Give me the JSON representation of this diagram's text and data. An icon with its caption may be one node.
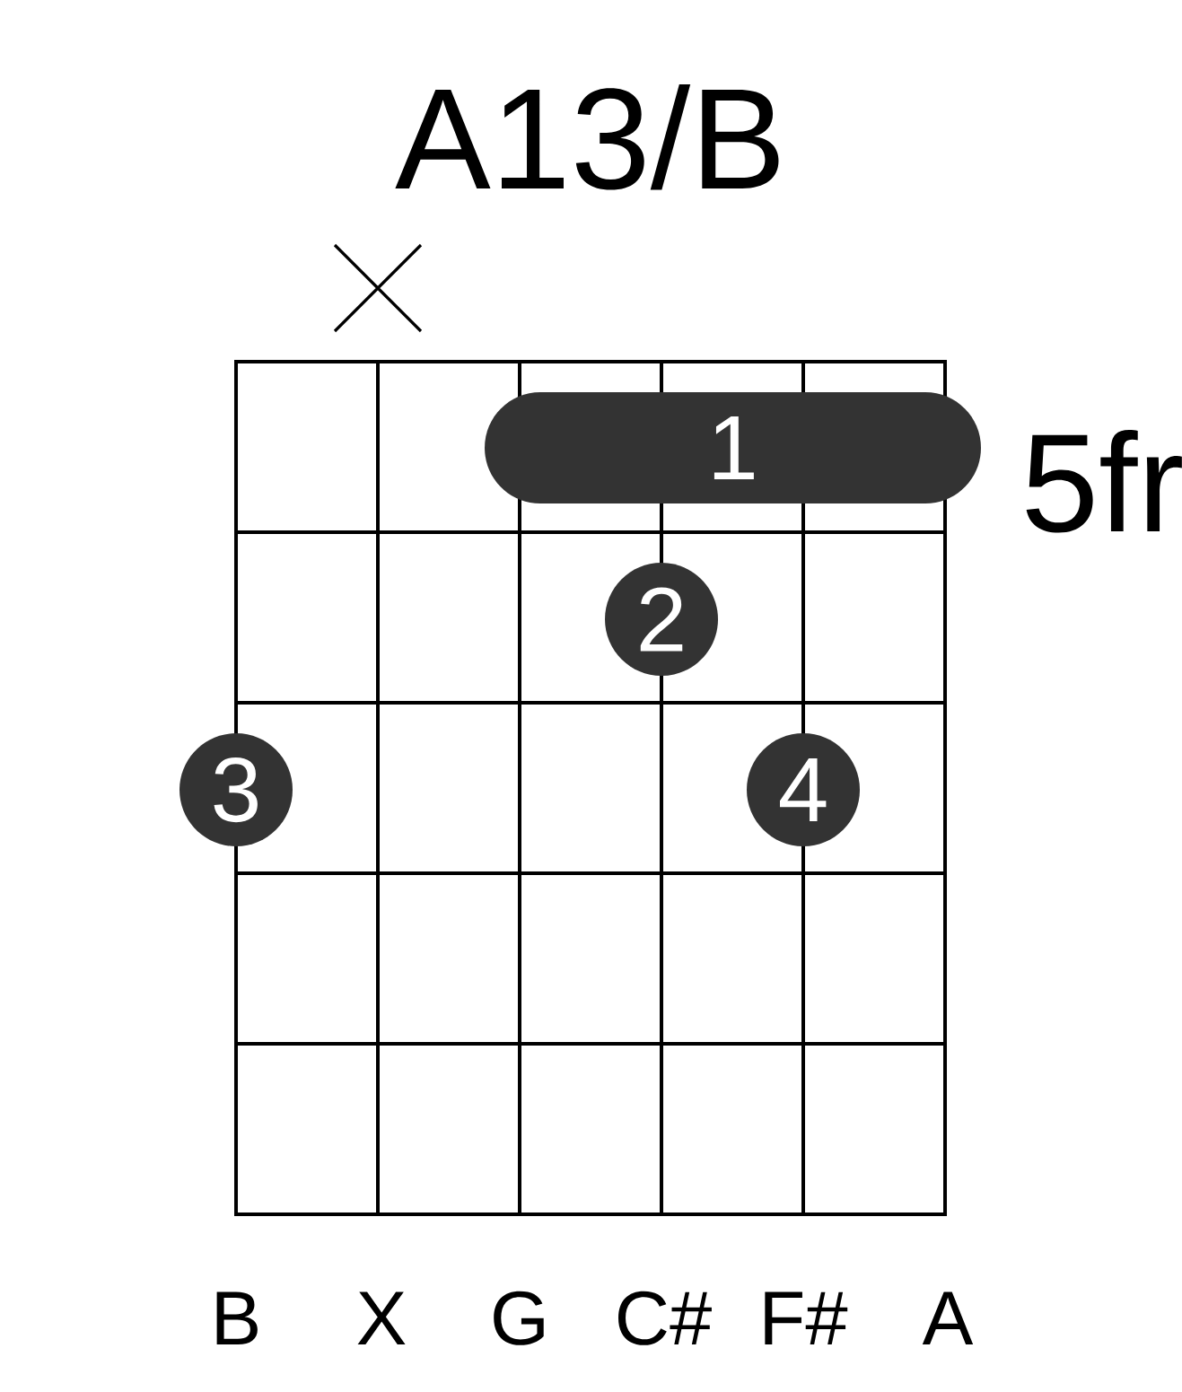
{
  "diagram": {
    "title": "A13/B",
    "nodes": [
      {
        "text": [
          "1"
        ]
      },
      {
        "text": [
          "2"
        ]
      },
      {
        "text": [
          "3"
        ]
      },
      {
        "text": [
          "4"
        ]
      }
    ],
    "labels": [
      "5fr",
      "B",
      "X",
      "G",
      "C#",
      "F#",
      "A"
    ]
  }
}
